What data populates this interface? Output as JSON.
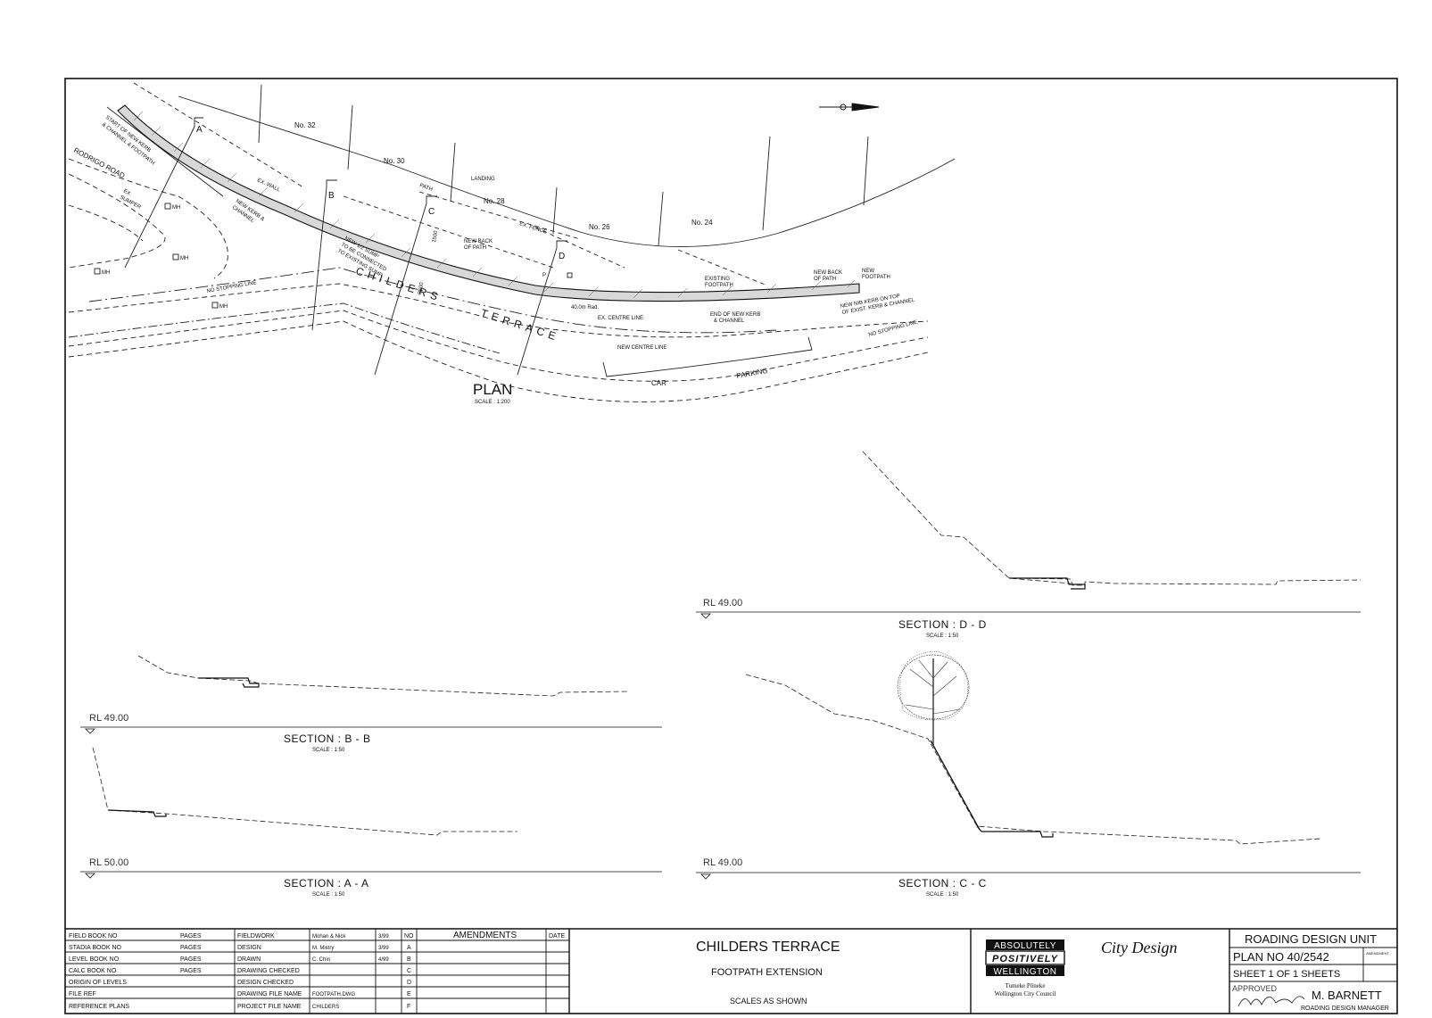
{
  "plan": {
    "title": "PLAN",
    "scale": "SCALE : 1:200",
    "road_name_1": "CHILDERS",
    "road_name_2": "TERRACE",
    "side_road": "RODRIGO ROAD",
    "car_parking_1": "CAR",
    "car_parking_2": "PARKING",
    "lots": [
      "No. 32",
      "No. 30",
      "No. 28",
      "No. 26",
      "No. 24"
    ],
    "section_markers": [
      "A",
      "B",
      "C",
      "D"
    ],
    "annotations": {
      "start_kerb_1": "START OF NEW KERB",
      "start_kerb_2": "& CHANNEL & FOOTPATH",
      "ex_sumper": "EX.",
      "ex_sumper_2": "SUMPER",
      "new_kerb_1": "NEW KERB &",
      "new_kerb_2": "CHANNEL",
      "ex_wall": "EX. WALL",
      "path": "PATH",
      "landing": "LANDING",
      "ex_fence": "EX. FENCE",
      "sump_1": "NEW 1/2 SUMP",
      "sump_2": "TO BE CONNECTED",
      "sump_3": "TO EXISTING SUMP",
      "dim_1500": "1500",
      "dim_3500": "3500",
      "new_back_1": "NEW BACK",
      "new_back_2": "OF PATH",
      "existing_fp_1": "EXISTING",
      "existing_fp_2": "FOOTPATH",
      "new_back_b1": "NEW BACK",
      "new_back_b2": "OF PATH",
      "new_fp_1": "NEW",
      "new_fp_2": "FOOTPATH",
      "nib_kerb_1": "NEW NIB KERB ON TOP",
      "nib_kerb_2": "OF EXIST. KERB & CHANNEL",
      "radius": "40.0m Rad.",
      "ex_centre": "EX. CENTRE LINE",
      "end_kerb_1": "END OF NEW KERB",
      "end_kerb_2": "& CHANNEL",
      "new_centre": "NEW CENTRE LINE",
      "no_stopping_1": "NO STOPPING LINE",
      "no_stopping_2": "NO STOPPING LINE",
      "mh": "MH",
      "pole": "P"
    }
  },
  "sections": [
    {
      "title": "SECTION : D - D",
      "scale": "SCALE : 1:50",
      "rl": "RL 49.00"
    },
    {
      "title": "SECTION : B - B",
      "scale": "SCALE : 1:50",
      "rl": "RL 49.00"
    },
    {
      "title": "SECTION : C - C",
      "scale": "SCALE : 1:50",
      "rl": "RL 49.00"
    },
    {
      "title": "SECTION : A - A",
      "scale": "SCALE : 1:50",
      "rl": "RL 50.00"
    }
  ],
  "title_block": {
    "field_rows": [
      {
        "label": "FIELD BOOK NO",
        "pages": "PAGES"
      },
      {
        "label": "STADIA BOOK NO",
        "pages": "PAGES"
      },
      {
        "label": "LEVEL BOOK NO",
        "pages": "PAGES"
      },
      {
        "label": "CALC BOOK NO",
        "pages": "PAGES"
      },
      {
        "label": "ORIGIN OF LEVELS",
        "pages": ""
      },
      {
        "label": "FILE REF",
        "pages": ""
      },
      {
        "label": "REFERENCE PLANS",
        "pages": ""
      }
    ],
    "work_rows": [
      {
        "label": "FIELDWORK",
        "name": "Mohan & Nick",
        "date": "3/99"
      },
      {
        "label": "DESIGN",
        "name": "M. Mistry",
        "date": "3/99"
      },
      {
        "label": "DRAWN",
        "name": "C. Chin",
        "date": "4/99"
      },
      {
        "label": "DRAWING CHECKED",
        "name": "",
        "date": ""
      },
      {
        "label": "DESIGN CHECKED",
        "name": "",
        "date": ""
      },
      {
        "label": "DRAWING FILE NAME",
        "name": "FOOTPATH.DWG",
        "date": ""
      },
      {
        "label": "PROJECT FILE NAME",
        "name": "CHILDERS",
        "date": ""
      }
    ],
    "amend_header": {
      "no": "NO",
      "amendments": "AMENDMENTS",
      "date": "DATE"
    },
    "amend_letters": [
      "A",
      "B",
      "C",
      "D",
      "E",
      "F"
    ],
    "project_title": "CHILDERS TERRACE",
    "project_subtitle": "FOOTPATH EXTENSION",
    "scales": "SCALES AS SHOWN",
    "logo_line_1": "ABSOLUTELY",
    "logo_line_2": "POSITIVELY",
    "logo_line_3": "WELLINGTON",
    "council_1": "Tumeke Pōneke",
    "council_2": "Wellington City Council",
    "city_design": "City Design",
    "unit": "ROADING DESIGN UNIT",
    "plan_no": "PLAN NO 40/2542",
    "amendment_label": "AMENDMENT",
    "sheet": "SHEET  1  OF  1  SHEETS",
    "approved": "APPROVED",
    "manager_name": "M. BARNETT",
    "manager_title": "ROADING DESIGN MANAGER"
  }
}
